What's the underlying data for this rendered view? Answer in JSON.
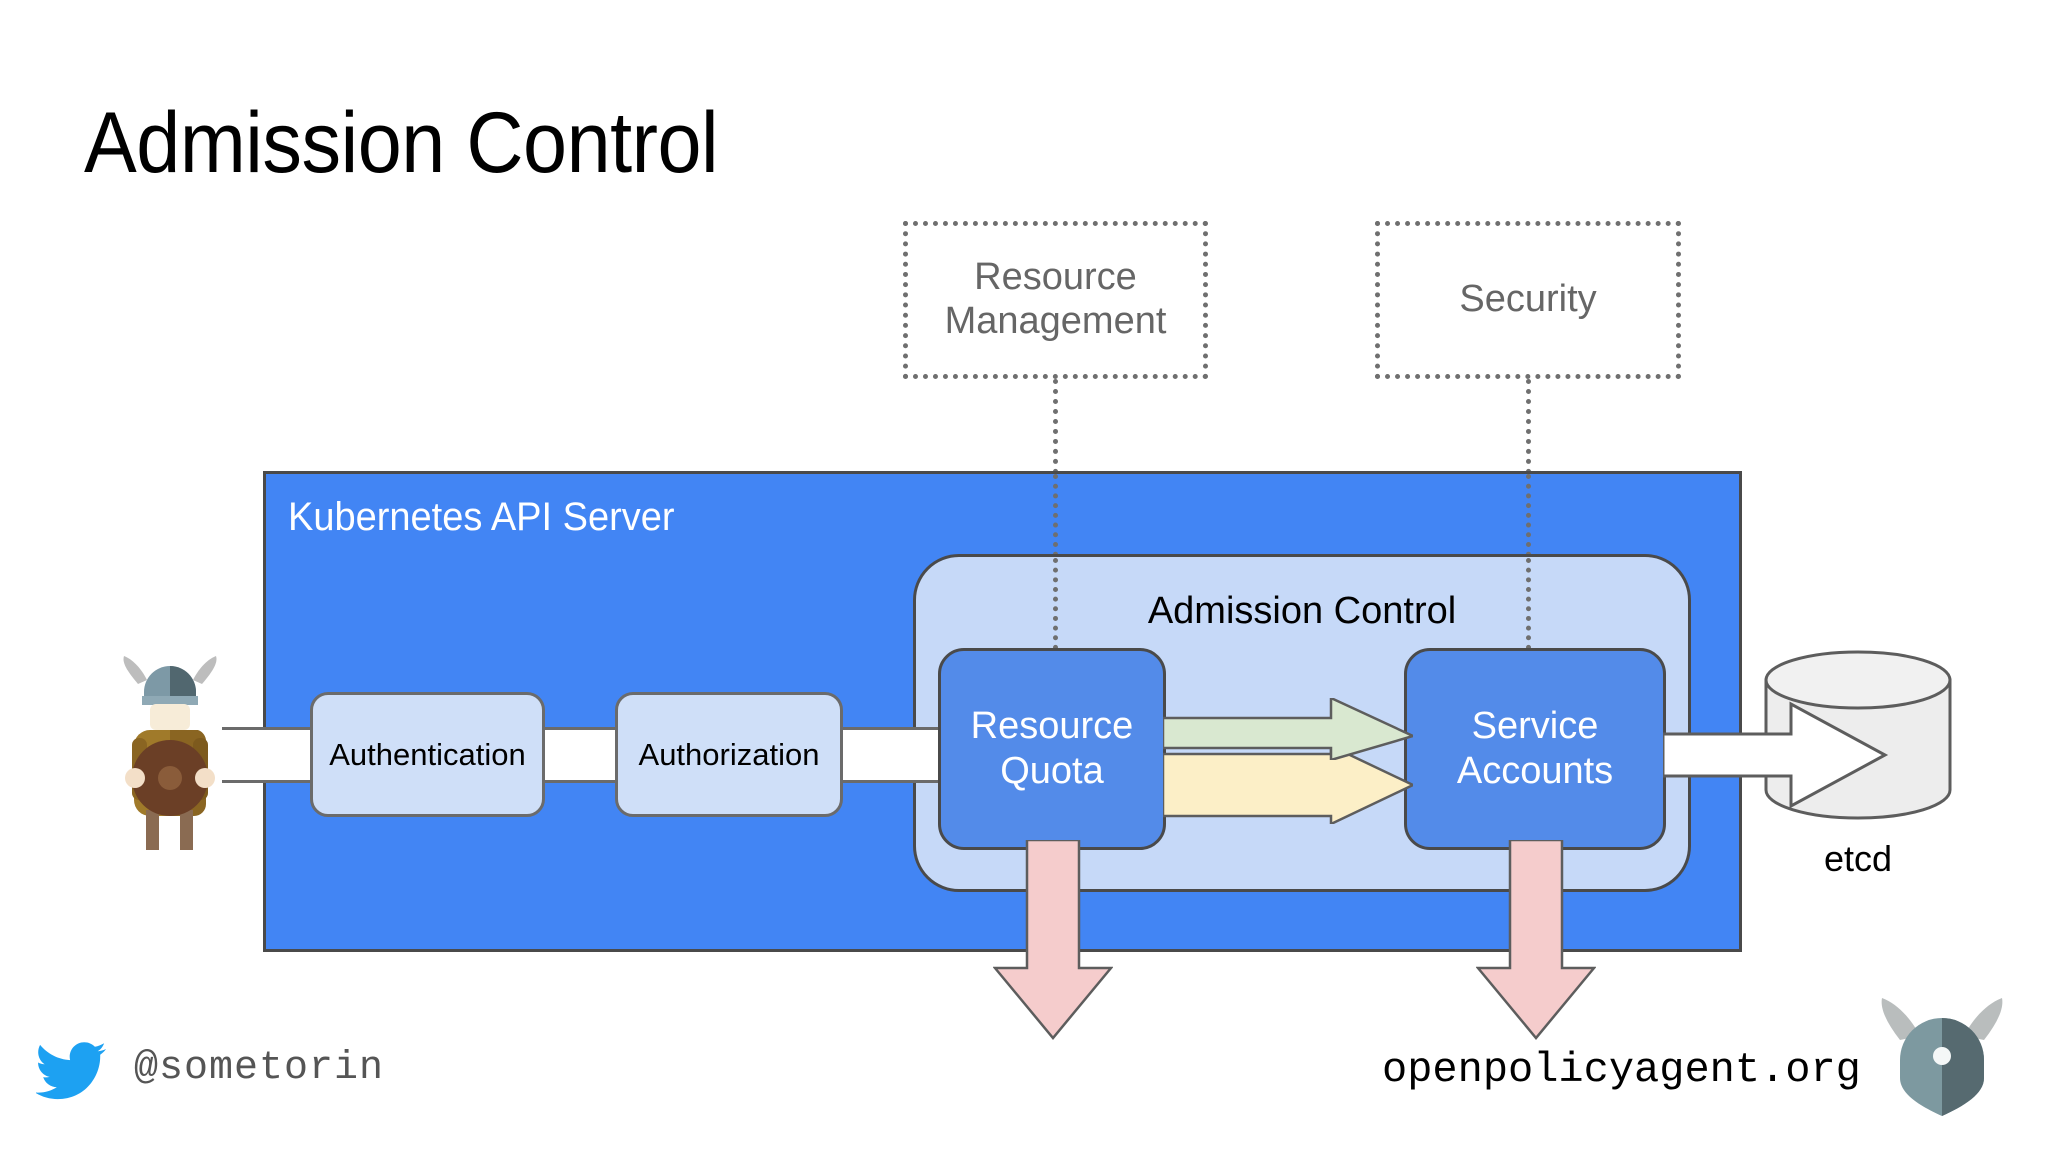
{
  "slide": {
    "title": "Admission Control"
  },
  "annotations": [
    {
      "id": "resource-management",
      "label": "Resource\nManagement",
      "line1": "Resource",
      "line2": "Management"
    },
    {
      "id": "security",
      "label": "Security",
      "line1": "Security",
      "line2": ""
    }
  ],
  "diagram": {
    "api_server_label": "Kubernetes API Server",
    "admission_control_label": "Admission Control",
    "stages": [
      {
        "id": "authentication",
        "label": "Authentication"
      },
      {
        "id": "authorization",
        "label": "Authorization"
      }
    ],
    "admission_plugins": [
      {
        "id": "resource-quota",
        "line1": "Resource",
        "line2": "Quota"
      },
      {
        "id": "service-accounts",
        "line1": "Service",
        "line2": "Accounts"
      }
    ],
    "datastore": {
      "id": "etcd",
      "label": "etcd"
    },
    "actor": {
      "id": "viking-user",
      "label": ""
    }
  },
  "footer": {
    "twitter_handle": "@sometorin",
    "opa_url": "openpolicyagent.org"
  },
  "colors": {
    "api_server_blue": "#4285F4",
    "admission_container_blue": "#C6D9F8",
    "stage_light_blue": "#CFDFF8",
    "plugin_blue": "#538BE9",
    "annotation_gray": "#666666",
    "arrow_green": "#D9E8D0",
    "arrow_yellow": "#FCEFC7",
    "arrow_pink": "#F5CCCC",
    "twitter_blue": "#1DA1F2",
    "etcd_gray": "#EDEDED"
  }
}
